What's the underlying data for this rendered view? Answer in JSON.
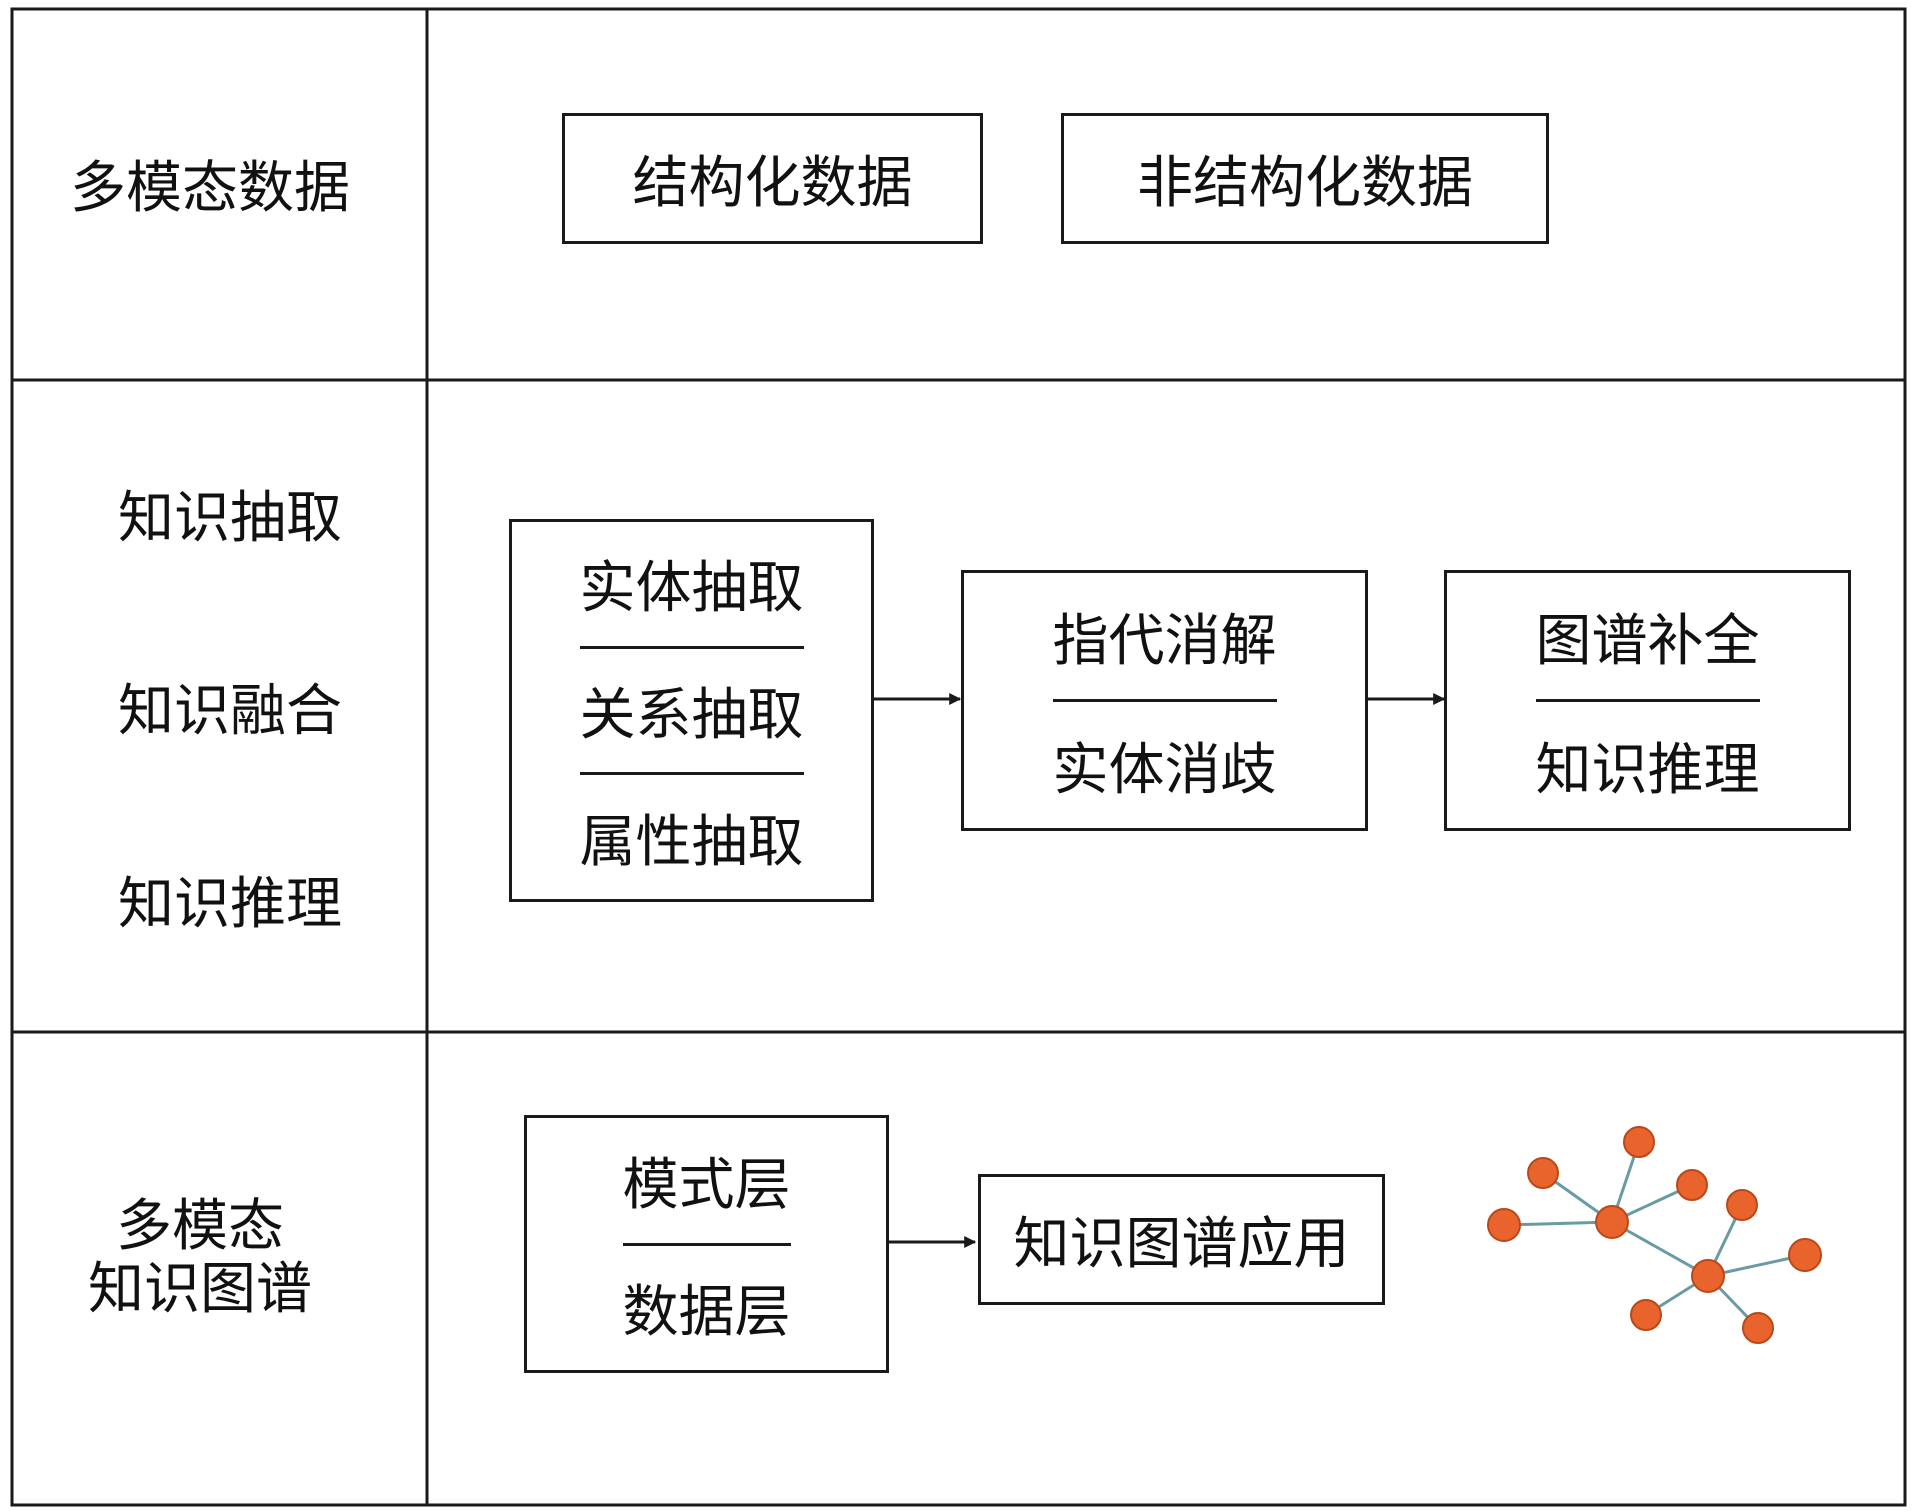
{
  "colors": {
    "line": "#1a1a1a",
    "node_fill": "#e8642c",
    "node_stroke": "#b9481a",
    "edge": "#6a9aa3"
  },
  "rows": {
    "data": {
      "label": "多模态数据",
      "structured": "结构化数据",
      "unstructured": "非结构化数据"
    },
    "process": {
      "labels": [
        "知识抽取",
        "知识融合",
        "知识推理"
      ],
      "extraction": [
        "实体抽取",
        "关系抽取",
        "属性抽取"
      ],
      "fusion": [
        "指代消解",
        "实体消歧"
      ],
      "reasoning": [
        "图谱补全",
        "知识推理"
      ]
    },
    "graph": {
      "label_line1": "多模态",
      "label_line2": "知识图谱",
      "layers": [
        "模式层",
        "数据层"
      ],
      "application": "知识图谱应用",
      "network_icon": "network-graph-icon"
    }
  }
}
